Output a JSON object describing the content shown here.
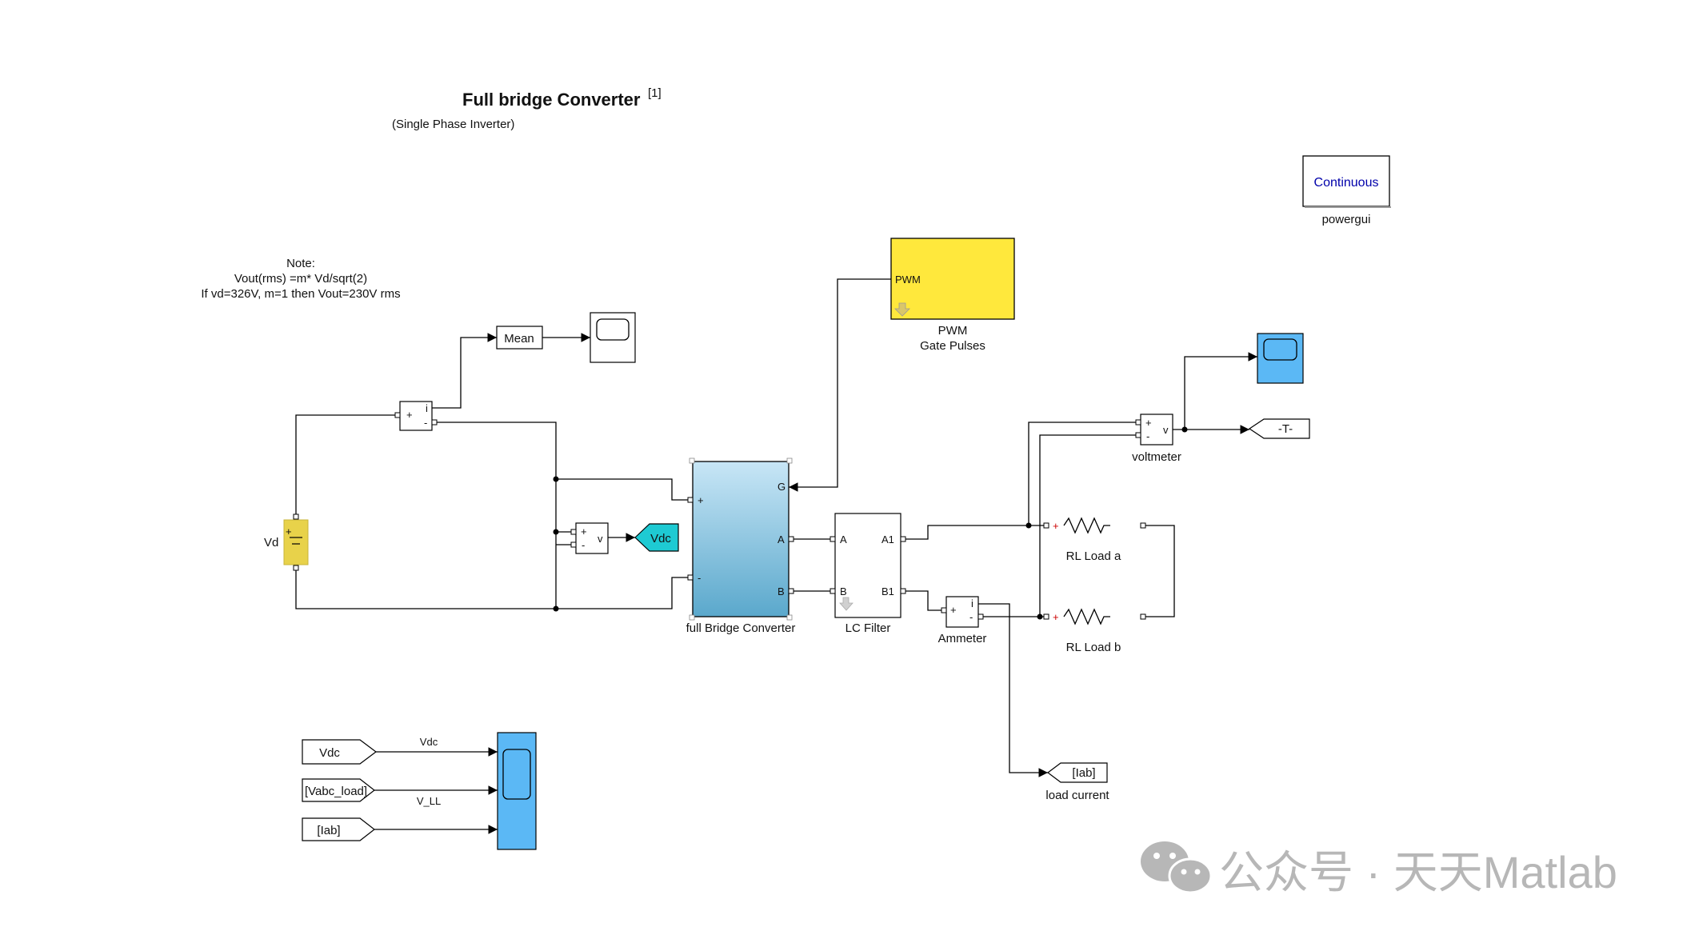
{
  "title": "Full bridge Converter",
  "title_ref": "[1]",
  "subtitle": "(Single Phase Inverter)",
  "note": {
    "line1": "Note:",
    "line2": "Vout(rms) =m* Vd/sqrt(2)",
    "line3": "If vd=326V, m=1 then  Vout=230V rms"
  },
  "powergui": {
    "mode": "Continuous",
    "label": "powergui"
  },
  "pwm": {
    "port": "PWM",
    "label_line1": "PWM",
    "label_line2": "Gate Pulses"
  },
  "mean": {
    "label": "Mean"
  },
  "source": {
    "label": "Vd",
    "plus": "+",
    "minus": "-"
  },
  "current_sensor_dc": {
    "i": "i",
    "plus": "+",
    "minus": "-"
  },
  "voltage_sensor_dc": {
    "v": "v",
    "plus": "+",
    "minus": "-"
  },
  "vdc_goto": {
    "label": "Vdc"
  },
  "converter": {
    "label": "full Bridge Converter",
    "port_plus": "+",
    "port_minus": "-",
    "port_g": "G",
    "port_a": "A",
    "port_b": "B"
  },
  "lc_filter": {
    "label": "LC Filter",
    "port_a": "A",
    "port_b": "B",
    "port_a1": "A1",
    "port_b1": "B1"
  },
  "ammeter": {
    "label": "Ammeter",
    "i": "i",
    "plus": "+",
    "minus": "-"
  },
  "voltmeter": {
    "label": "voltmeter",
    "v": "v",
    "plus": "+",
    "minus": "-"
  },
  "t_goto": {
    "label": "-T-"
  },
  "load_a": {
    "label": "RL Load  a"
  },
  "load_b": {
    "label": "RL Load b"
  },
  "load_current": {
    "tag": "[Iab]",
    "label": "load current"
  },
  "scope_inputs": {
    "from1": "Vdc",
    "from2": "[Vabc_load]",
    "from3": "[Iab]",
    "signal1": "Vdc",
    "signal2": "V_LL"
  },
  "watermark": "公众号 · 天天Matlab",
  "colors": {
    "pwm_fill": "#FFE83C",
    "scope_blue": "#5BB8F5",
    "vdc_goto_fill": "#1ECAD3",
    "source_fill": "#E8D24A",
    "converter_top": "#C8E6F6",
    "converter_bottom": "#5AA8CC",
    "powergui_text": "#0000AA"
  }
}
